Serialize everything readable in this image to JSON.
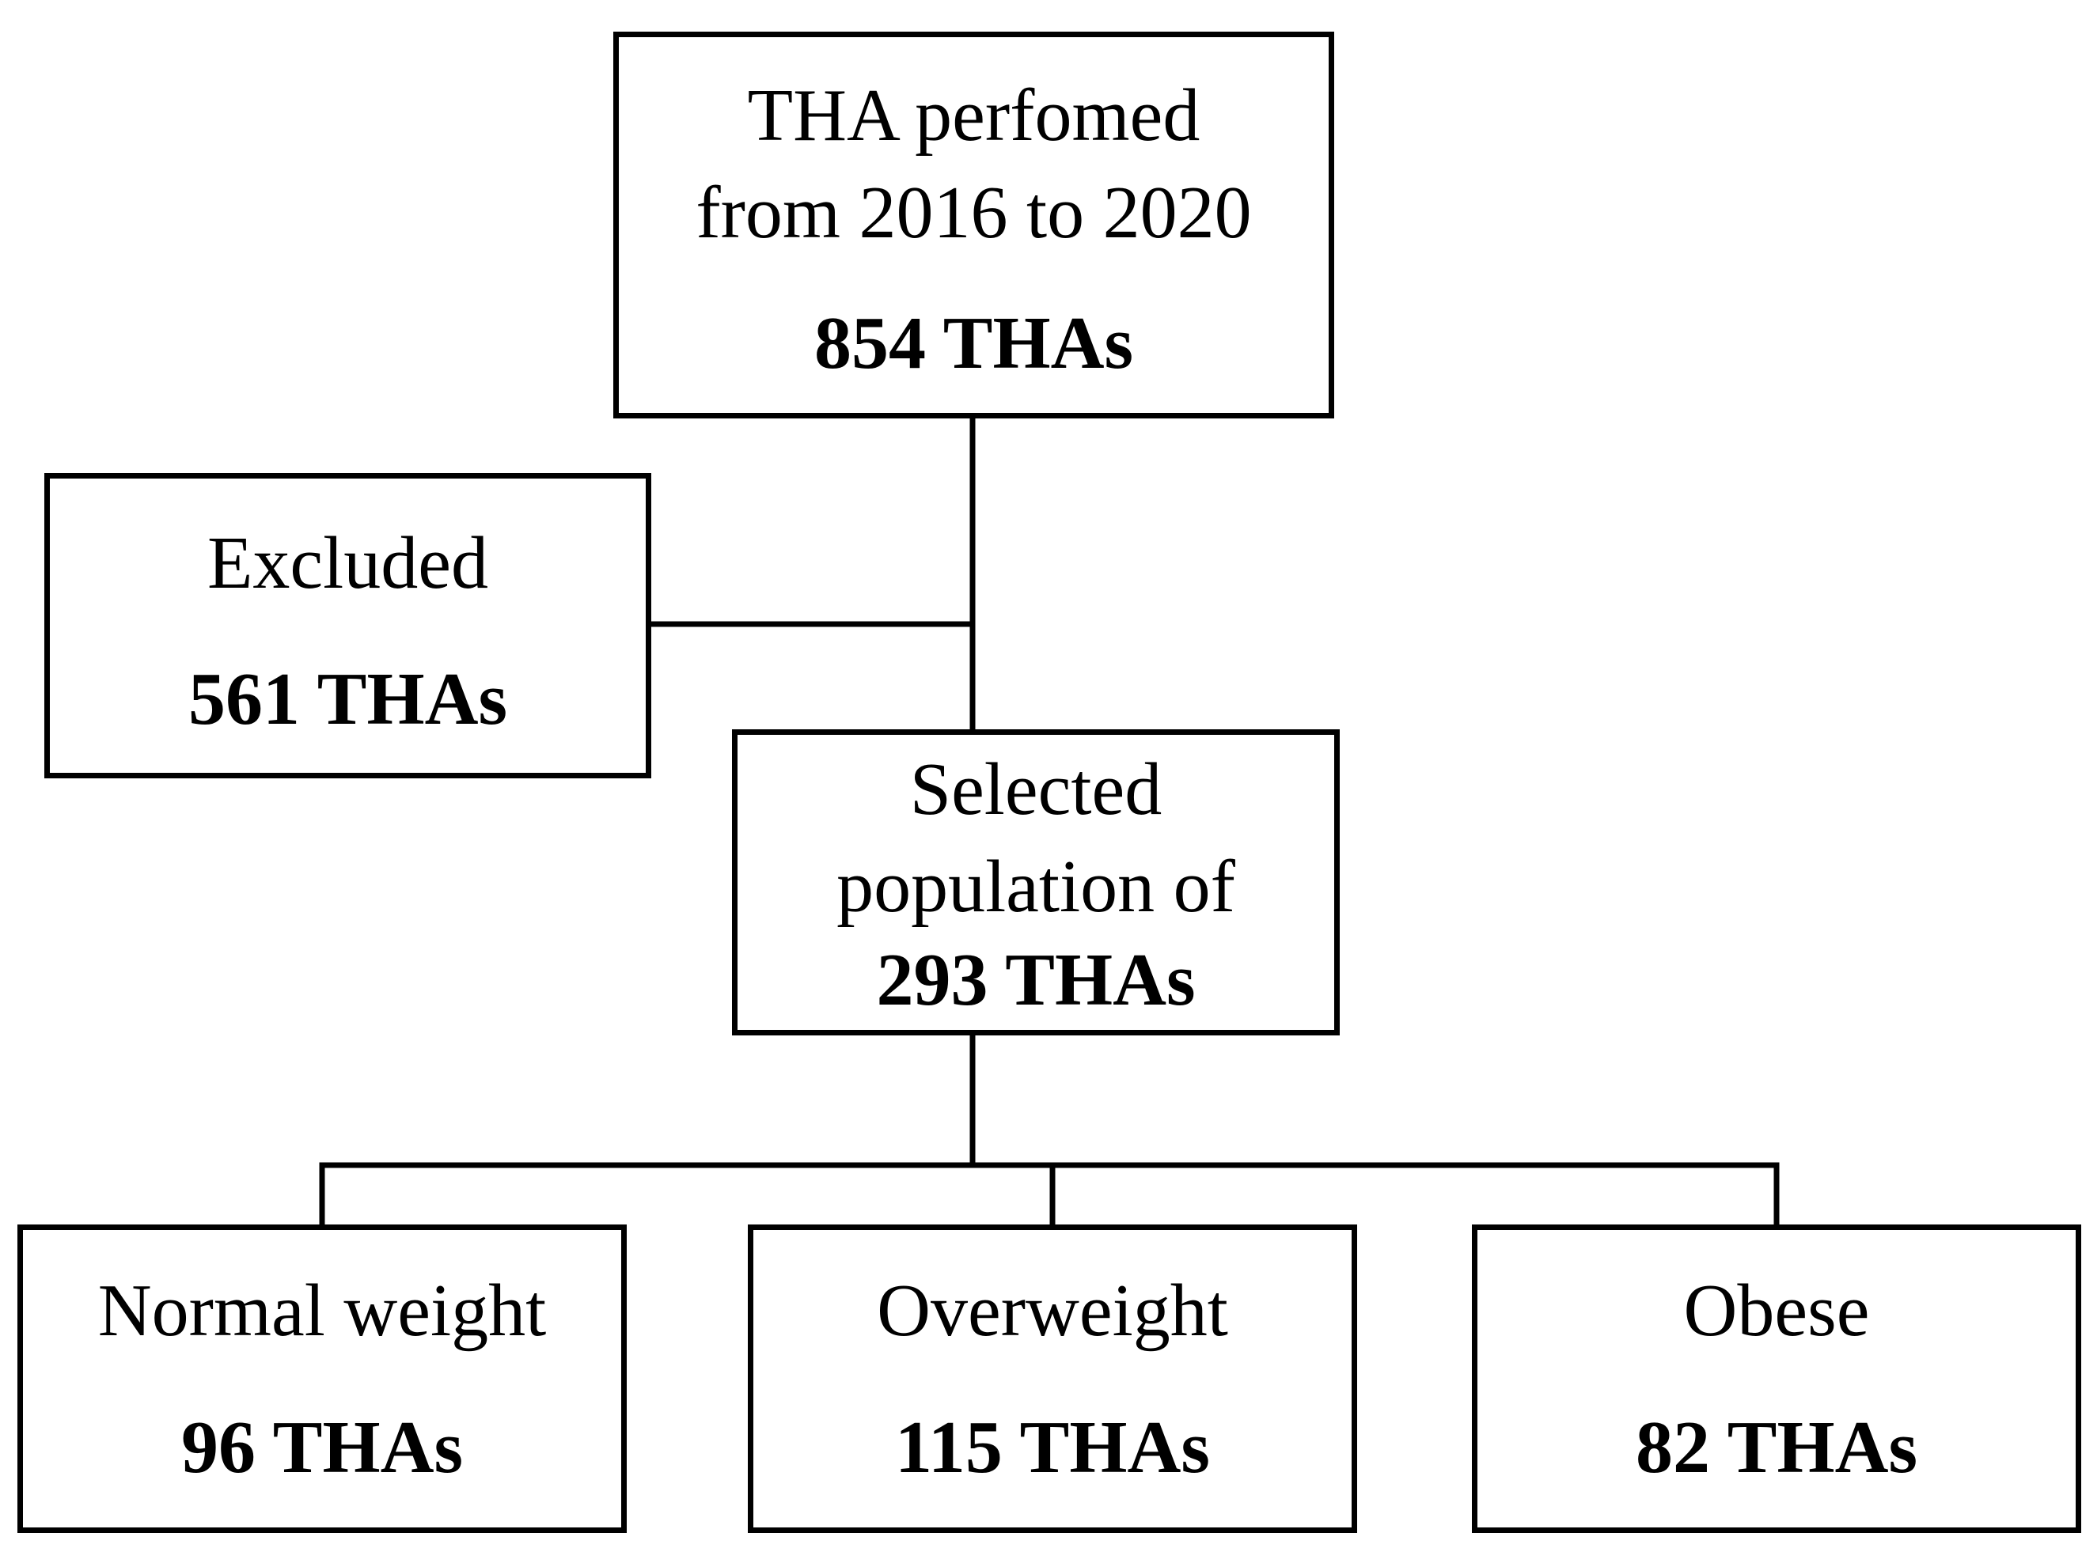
{
  "nodes": {
    "total": {
      "line1": "THA perfomed",
      "line2": "from 2016 to 2020",
      "count": "854 THAs"
    },
    "excluded": {
      "label": "Excluded",
      "count": "561 THAs"
    },
    "selected": {
      "line1": "Selected",
      "line2": "population of",
      "count": "293 THAs"
    },
    "normal_weight": {
      "label": "Normal weight",
      "count": "96 THAs"
    },
    "overweight": {
      "label": "Overweight",
      "count": "115 THAs"
    },
    "obese": {
      "label": "Obese",
      "count": "82 THAs"
    }
  },
  "edges": [
    {
      "from": "total",
      "to": "excluded"
    },
    {
      "from": "total",
      "to": "selected"
    },
    {
      "from": "selected",
      "to": "normal_weight"
    },
    {
      "from": "selected",
      "to": "overweight"
    },
    {
      "from": "selected",
      "to": "obese"
    }
  ],
  "colors": {
    "stroke": "#000000",
    "background": "#ffffff"
  }
}
